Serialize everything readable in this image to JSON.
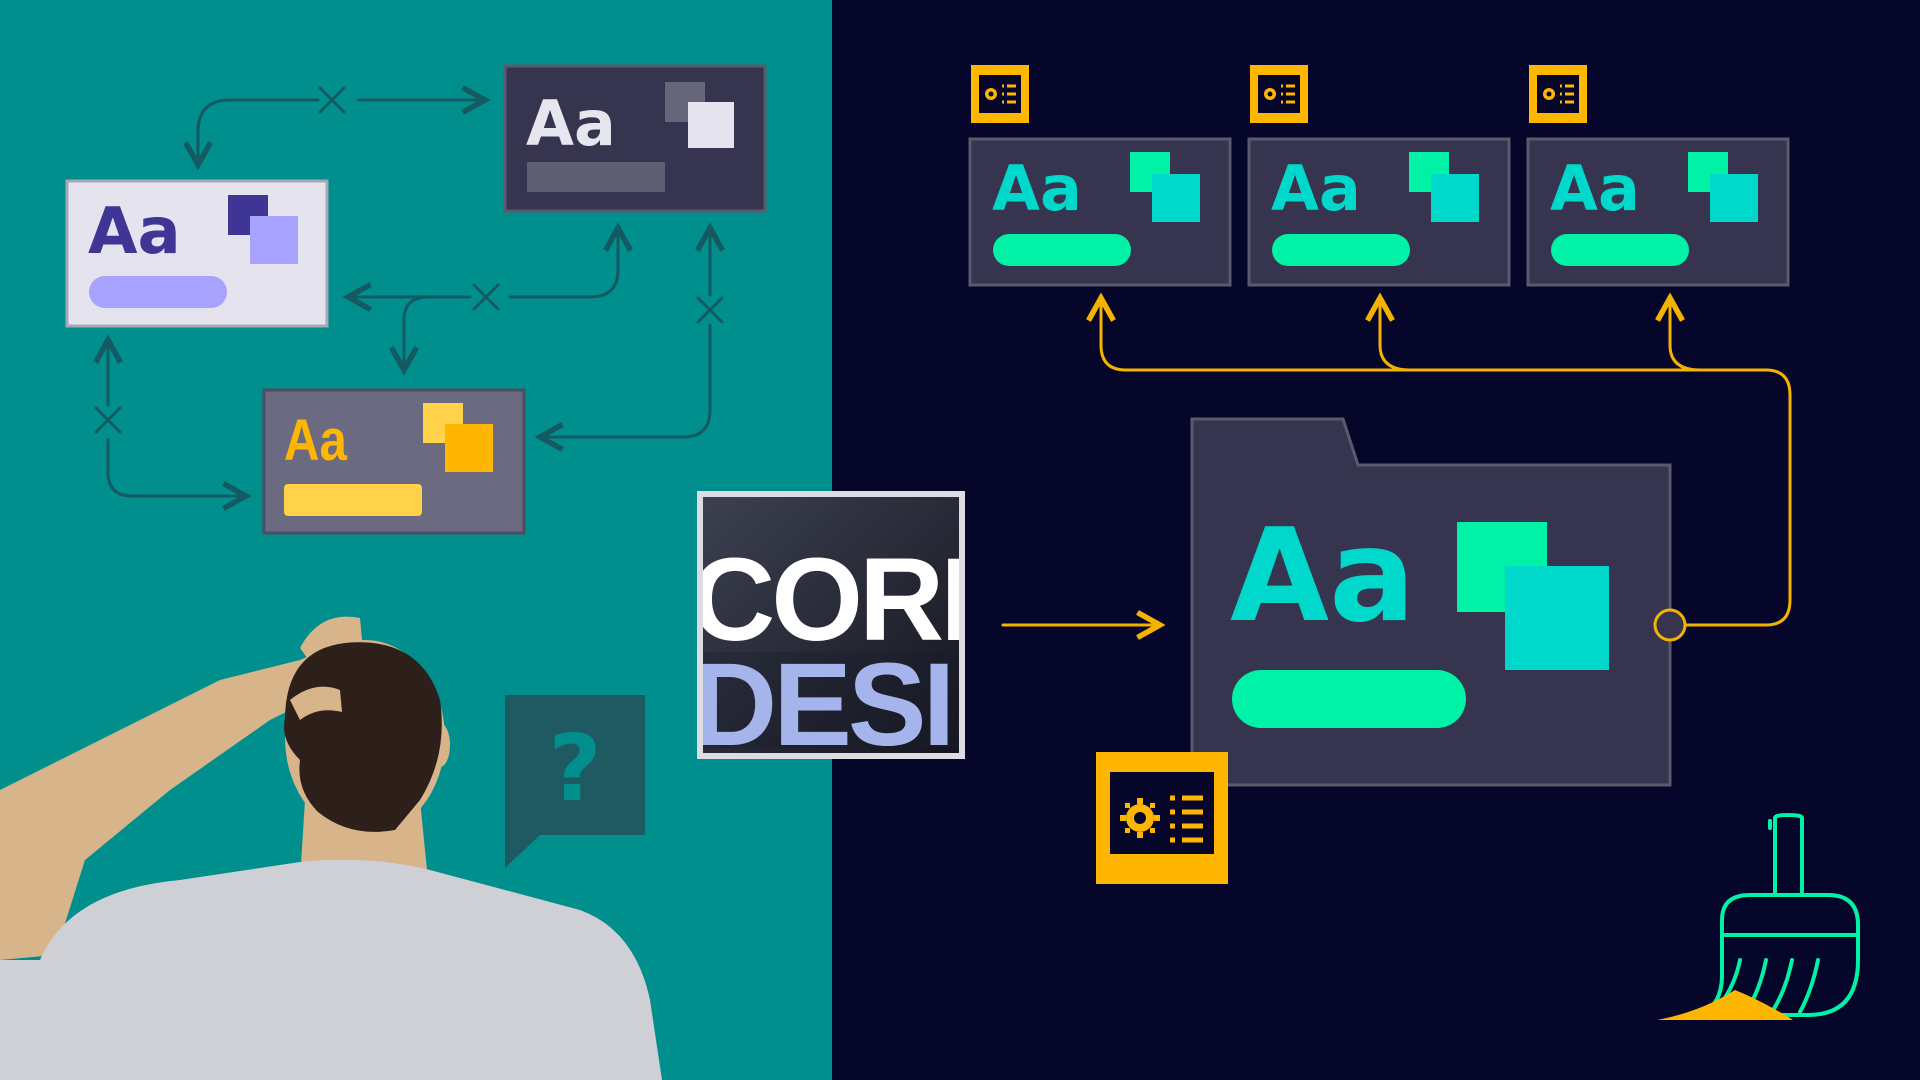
{
  "colors": {
    "left_bg": "#008f8c",
    "right_bg": "#06052a",
    "card_dark": "#36344f",
    "card_light": "#e4e3ee",
    "card_gray": "#6b6a80",
    "purple": "#3f3594",
    "lavender": "#a8a3ff",
    "yellow": "#ffb600",
    "yellow_light": "#ffd24a",
    "cyan": "#00d8cc",
    "mint": "#00f2a6",
    "connector_dark": "#135a63",
    "connector_yellow": "#f3b300",
    "skin": "#d8b48b",
    "hair": "#2d201a",
    "shirt": "#cfd0d6",
    "bubble": "#1f5a62"
  },
  "left_panel": {
    "cards": [
      {
        "name": "left-card-dark",
        "label": "Aa"
      },
      {
        "name": "left-card-light",
        "label": "Aa"
      },
      {
        "name": "left-card-yellow",
        "label": "Aa"
      }
    ],
    "question_bubble": {
      "glyph": "?"
    },
    "person": "confused-person"
  },
  "center_logo": {
    "line1": "CORP",
    "line2": "DESI"
  },
  "right_panel": {
    "top_cards": [
      {
        "name": "top-card-1",
        "label": "Aa",
        "settings_icon": "settings-list-icon"
      },
      {
        "name": "top-card-2",
        "label": "Aa",
        "settings_icon": "settings-list-icon"
      },
      {
        "name": "top-card-3",
        "label": "Aa",
        "settings_icon": "settings-list-icon"
      }
    ],
    "folder": {
      "label": "Aa",
      "settings_icon": "settings-list-icon"
    },
    "broom_icon": "broom-icon"
  }
}
